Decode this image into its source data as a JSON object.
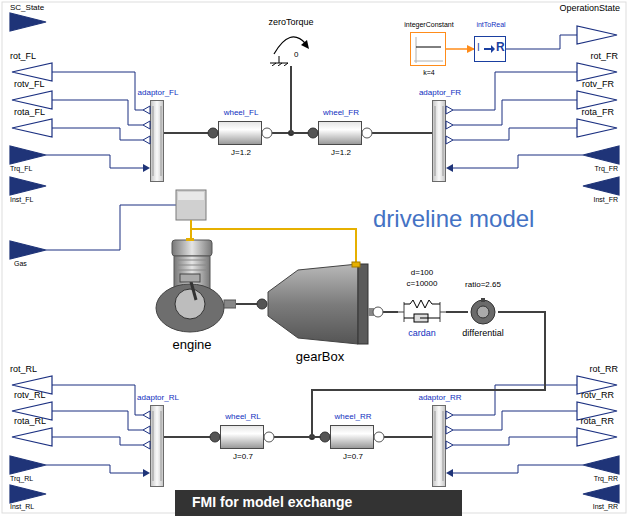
{
  "diagram": {
    "nodes": [
      {
        "text": [
          "adaptor_FL"
        ]
      },
      {
        "text": [
          "wheel_FL",
          "J=1.2"
        ]
      },
      {
        "text": [
          "zeroTorque",
          "0"
        ]
      },
      {
        "text": [
          "wheel_FR",
          "J=1.2"
        ]
      },
      {
        "text": [
          "adaptor_FR"
        ]
      },
      {
        "text": [
          "integerConstant",
          "k=4"
        ]
      },
      {
        "text": [
          "intToReal",
          "I",
          "R"
        ]
      },
      {
        "text": [
          "engine"
        ]
      },
      {
        "text": [
          "gearBox"
        ]
      },
      {
        "text": [
          "d=100",
          "c=10000",
          "cardan"
        ]
      },
      {
        "text": [
          "ratio=2.65",
          "differential"
        ]
      },
      {
        "text": [
          "adaptor_RL"
        ]
      },
      {
        "text": [
          "wheel_RL",
          "J=0.7"
        ]
      },
      {
        "text": [
          "wheel_RR",
          "J=0.7"
        ]
      },
      {
        "text": [
          "adaptor_RR"
        ]
      }
    ],
    "edges": [
      {
        "from": 0,
        "to": 1,
        "arrow": "none"
      },
      {
        "from": 1,
        "to": 3,
        "arrow": "none"
      },
      {
        "from": 2,
        "to": 1,
        "arrow": "none"
      },
      {
        "from": 2,
        "to": 3,
        "arrow": "none"
      },
      {
        "from": 3,
        "to": 4,
        "arrow": "none"
      },
      {
        "from": 5,
        "to": 6,
        "arrow": "to"
      },
      {
        "from": 7,
        "to": 8,
        "arrow": "none"
      },
      {
        "from": 8,
        "to": 9,
        "arrow": "none"
      },
      {
        "from": 9,
        "to": 10,
        "arrow": "none"
      },
      {
        "from": 10,
        "to": 12,
        "arrow": "none"
      },
      {
        "from": 10,
        "to": 13,
        "arrow": "none"
      },
      {
        "from": 11,
        "to": 12,
        "arrow": "none"
      },
      {
        "from": 12,
        "to": 13,
        "arrow": "none"
      },
      {
        "from": 13,
        "to": 14,
        "arrow": "none"
      }
    ],
    "labels": [
      "SC_State",
      "OperationState",
      "rot_FL",
      "rotv_FL",
      "rota_FL",
      "rot_FR",
      "rotv_FR",
      "rota_FR",
      "Trq_FL",
      "Inst_FL",
      "Trq_FR",
      "Inst_FR",
      "driveline model",
      "Gas",
      "rot_RL",
      "rotv_RL",
      "rota_RL",
      "rot_RR",
      "rotv_RR",
      "rota_RR",
      "Trq_RL",
      "Inst_RL",
      "Trq_RR",
      "Inst_RR",
      "FMI for model exchange"
    ]
  }
}
